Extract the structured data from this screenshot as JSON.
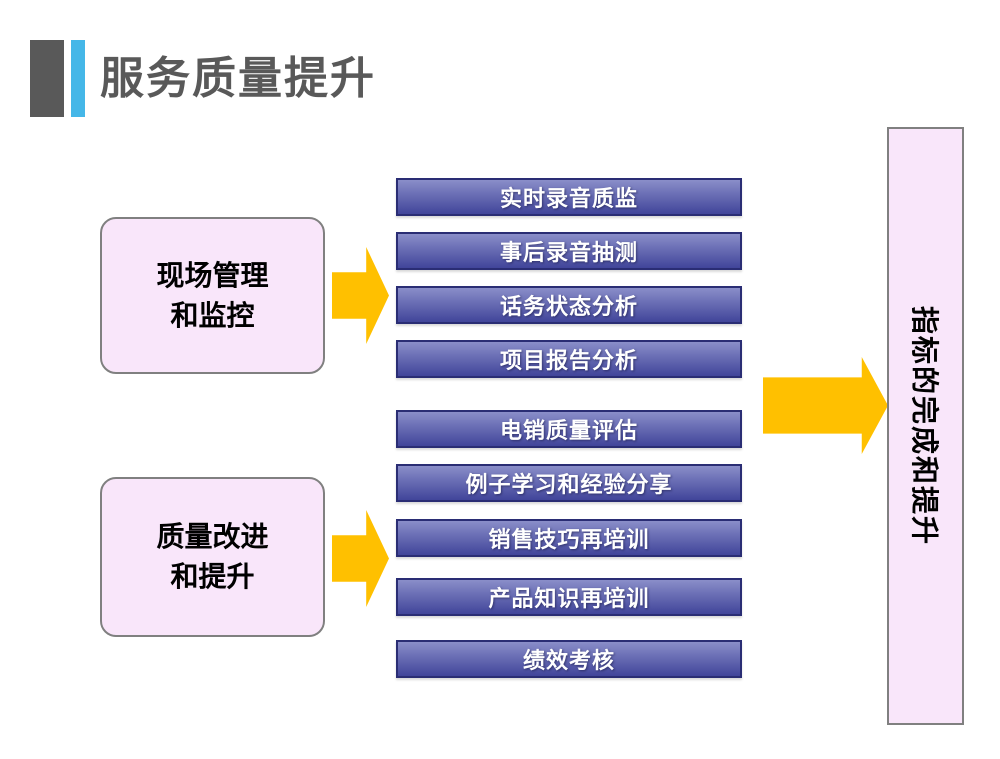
{
  "slide": {
    "title": "服务质量提升"
  },
  "source_boxes": [
    {
      "id": "onsite-management",
      "lines": [
        "现场管理",
        "和监控"
      ]
    },
    {
      "id": "quality-improvement",
      "lines": [
        "质量改进",
        "和提升"
      ]
    }
  ],
  "process_groups": [
    {
      "items": [
        "实时录音质监",
        "事后录音抽测",
        "话务状态分析",
        "项目报告分析"
      ]
    },
    {
      "items": [
        "电销质量评估",
        "例子学习和经验分享",
        "销售技巧再培训",
        "产品知识再培训",
        "绩效考核"
      ]
    }
  ],
  "result_box": {
    "label": "指标的完成和提升"
  },
  "icons": {
    "small_arrow": "right-block-arrow",
    "large_arrow": "right-block-arrow"
  },
  "colors": {
    "title_text": "#595959",
    "header_bar_dark": "#595959",
    "header_bar_blue": "#45b7e8",
    "pink_fill": "#f9e6fa",
    "pink_border": "#808080",
    "blue_gradient_top": "#8a8ec9",
    "blue_gradient_bottom": "#41459a",
    "blue_border": "#2a2d74",
    "arrow_orange": "#FFC000"
  }
}
